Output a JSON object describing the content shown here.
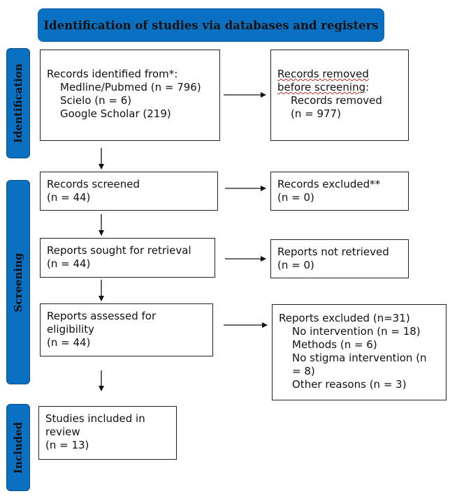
{
  "header": {
    "title": "Identification of studies via databases and registers"
  },
  "stages": {
    "identification": "Identification",
    "screening": "Screening",
    "included": "Included"
  },
  "identification": {
    "records_identified": {
      "title": "Records identified from*:",
      "items": [
        "Medline/Pubmed (n = 796)",
        "Scielo (n = 6)",
        "Google Scholar (219)"
      ]
    },
    "records_removed": {
      "title_part1": "Records removed",
      "title_part2": "before screening",
      "title_colon": ":",
      "detail": "Records removed",
      "count": "(n = 977)"
    }
  },
  "screening": {
    "records_screened": {
      "title": "Records screened",
      "count": "(n = 44)"
    },
    "records_excluded": {
      "title": "Records excluded**",
      "count": "(n = 0)"
    },
    "reports_sought": {
      "title": "Reports sought for retrieval",
      "count": "(n = 44)"
    },
    "reports_not_retrieved": {
      "title": "Reports not retrieved",
      "count": "(n = 0)"
    },
    "reports_assessed": {
      "title_line1": "Reports assessed for",
      "title_line2": "eligibility",
      "count": "(n = 44)"
    },
    "reports_excluded": {
      "title": "Reports excluded (n=31)",
      "reasons": [
        "No intervention (n = 18)",
        "Methods (n = 6)",
        "No stigma intervention (n = 8)",
        "Other reasons (n = 3)"
      ]
    }
  },
  "included": {
    "studies_included": {
      "title_line1": "Studies included in",
      "title_line2": "review",
      "count": "(n = 13)"
    }
  }
}
